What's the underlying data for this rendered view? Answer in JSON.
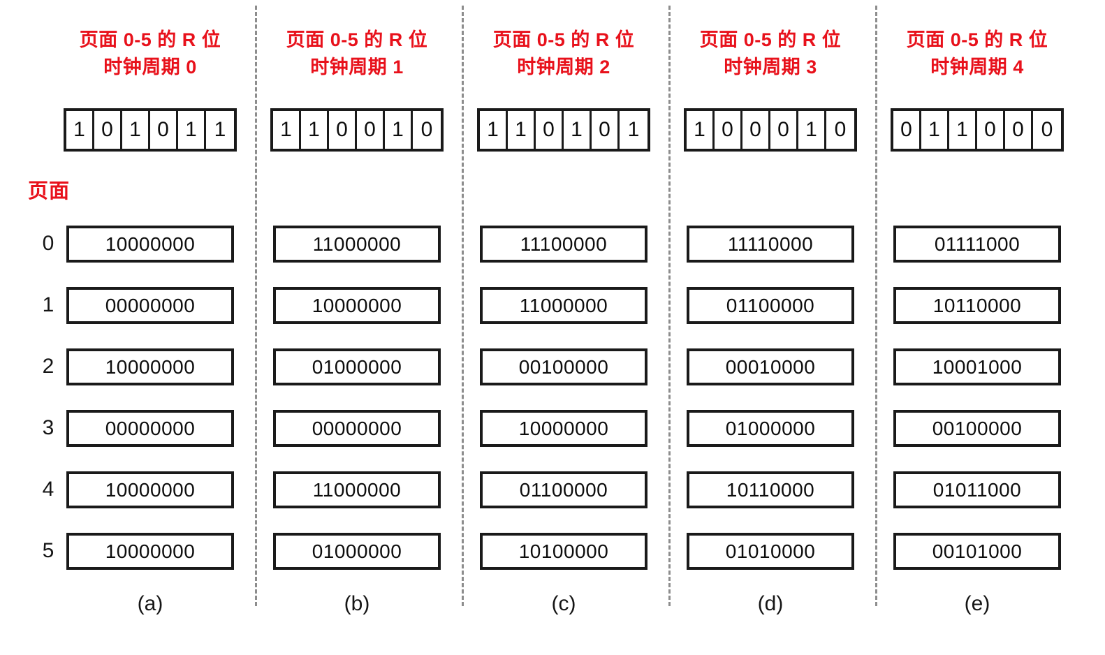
{
  "figure": {
    "pages_caption": "页面",
    "row_labels": [
      "0",
      "1",
      "2",
      "3",
      "4",
      "5"
    ],
    "colors": {
      "accent_red": "#e8111b",
      "ink": "#1a1a1a",
      "divider_gray": "#8d8d8d",
      "background": "#ffffff"
    },
    "columns": [
      {
        "title_line1": "页面 0-5 的 R 位",
        "title_line2": "时钟周期 0",
        "r_bits": [
          "1",
          "0",
          "1",
          "0",
          "1",
          "1"
        ],
        "counters": [
          "10000000",
          "00000000",
          "10000000",
          "00000000",
          "10000000",
          "10000000"
        ],
        "sub_label": "(a)"
      },
      {
        "title_line1": "页面 0-5 的 R 位",
        "title_line2": "时钟周期 1",
        "r_bits": [
          "1",
          "1",
          "0",
          "0",
          "1",
          "0"
        ],
        "counters": [
          "11000000",
          "10000000",
          "01000000",
          "00000000",
          "11000000",
          "01000000"
        ],
        "sub_label": "(b)"
      },
      {
        "title_line1": "页面 0-5 的 R 位",
        "title_line2": "时钟周期 2",
        "r_bits": [
          "1",
          "1",
          "0",
          "1",
          "0",
          "1"
        ],
        "counters": [
          "11100000",
          "11000000",
          "00100000",
          "10000000",
          "01100000",
          "10100000"
        ],
        "sub_label": "(c)"
      },
      {
        "title_line1": "页面 0-5 的 R 位",
        "title_line2": "时钟周期 3",
        "r_bits": [
          "1",
          "0",
          "0",
          "0",
          "1",
          "0"
        ],
        "counters": [
          "11110000",
          "01100000",
          "00010000",
          "01000000",
          "10110000",
          "01010000"
        ],
        "sub_label": "(d)"
      },
      {
        "title_line1": "页面 0-5 的 R 位",
        "title_line2": "时钟周期 4",
        "r_bits": [
          "0",
          "1",
          "1",
          "0",
          "0",
          "0"
        ],
        "counters": [
          "01111000",
          "10110000",
          "10001000",
          "00100000",
          "01011000",
          "00101000"
        ],
        "sub_label": "(e)"
      }
    ]
  }
}
